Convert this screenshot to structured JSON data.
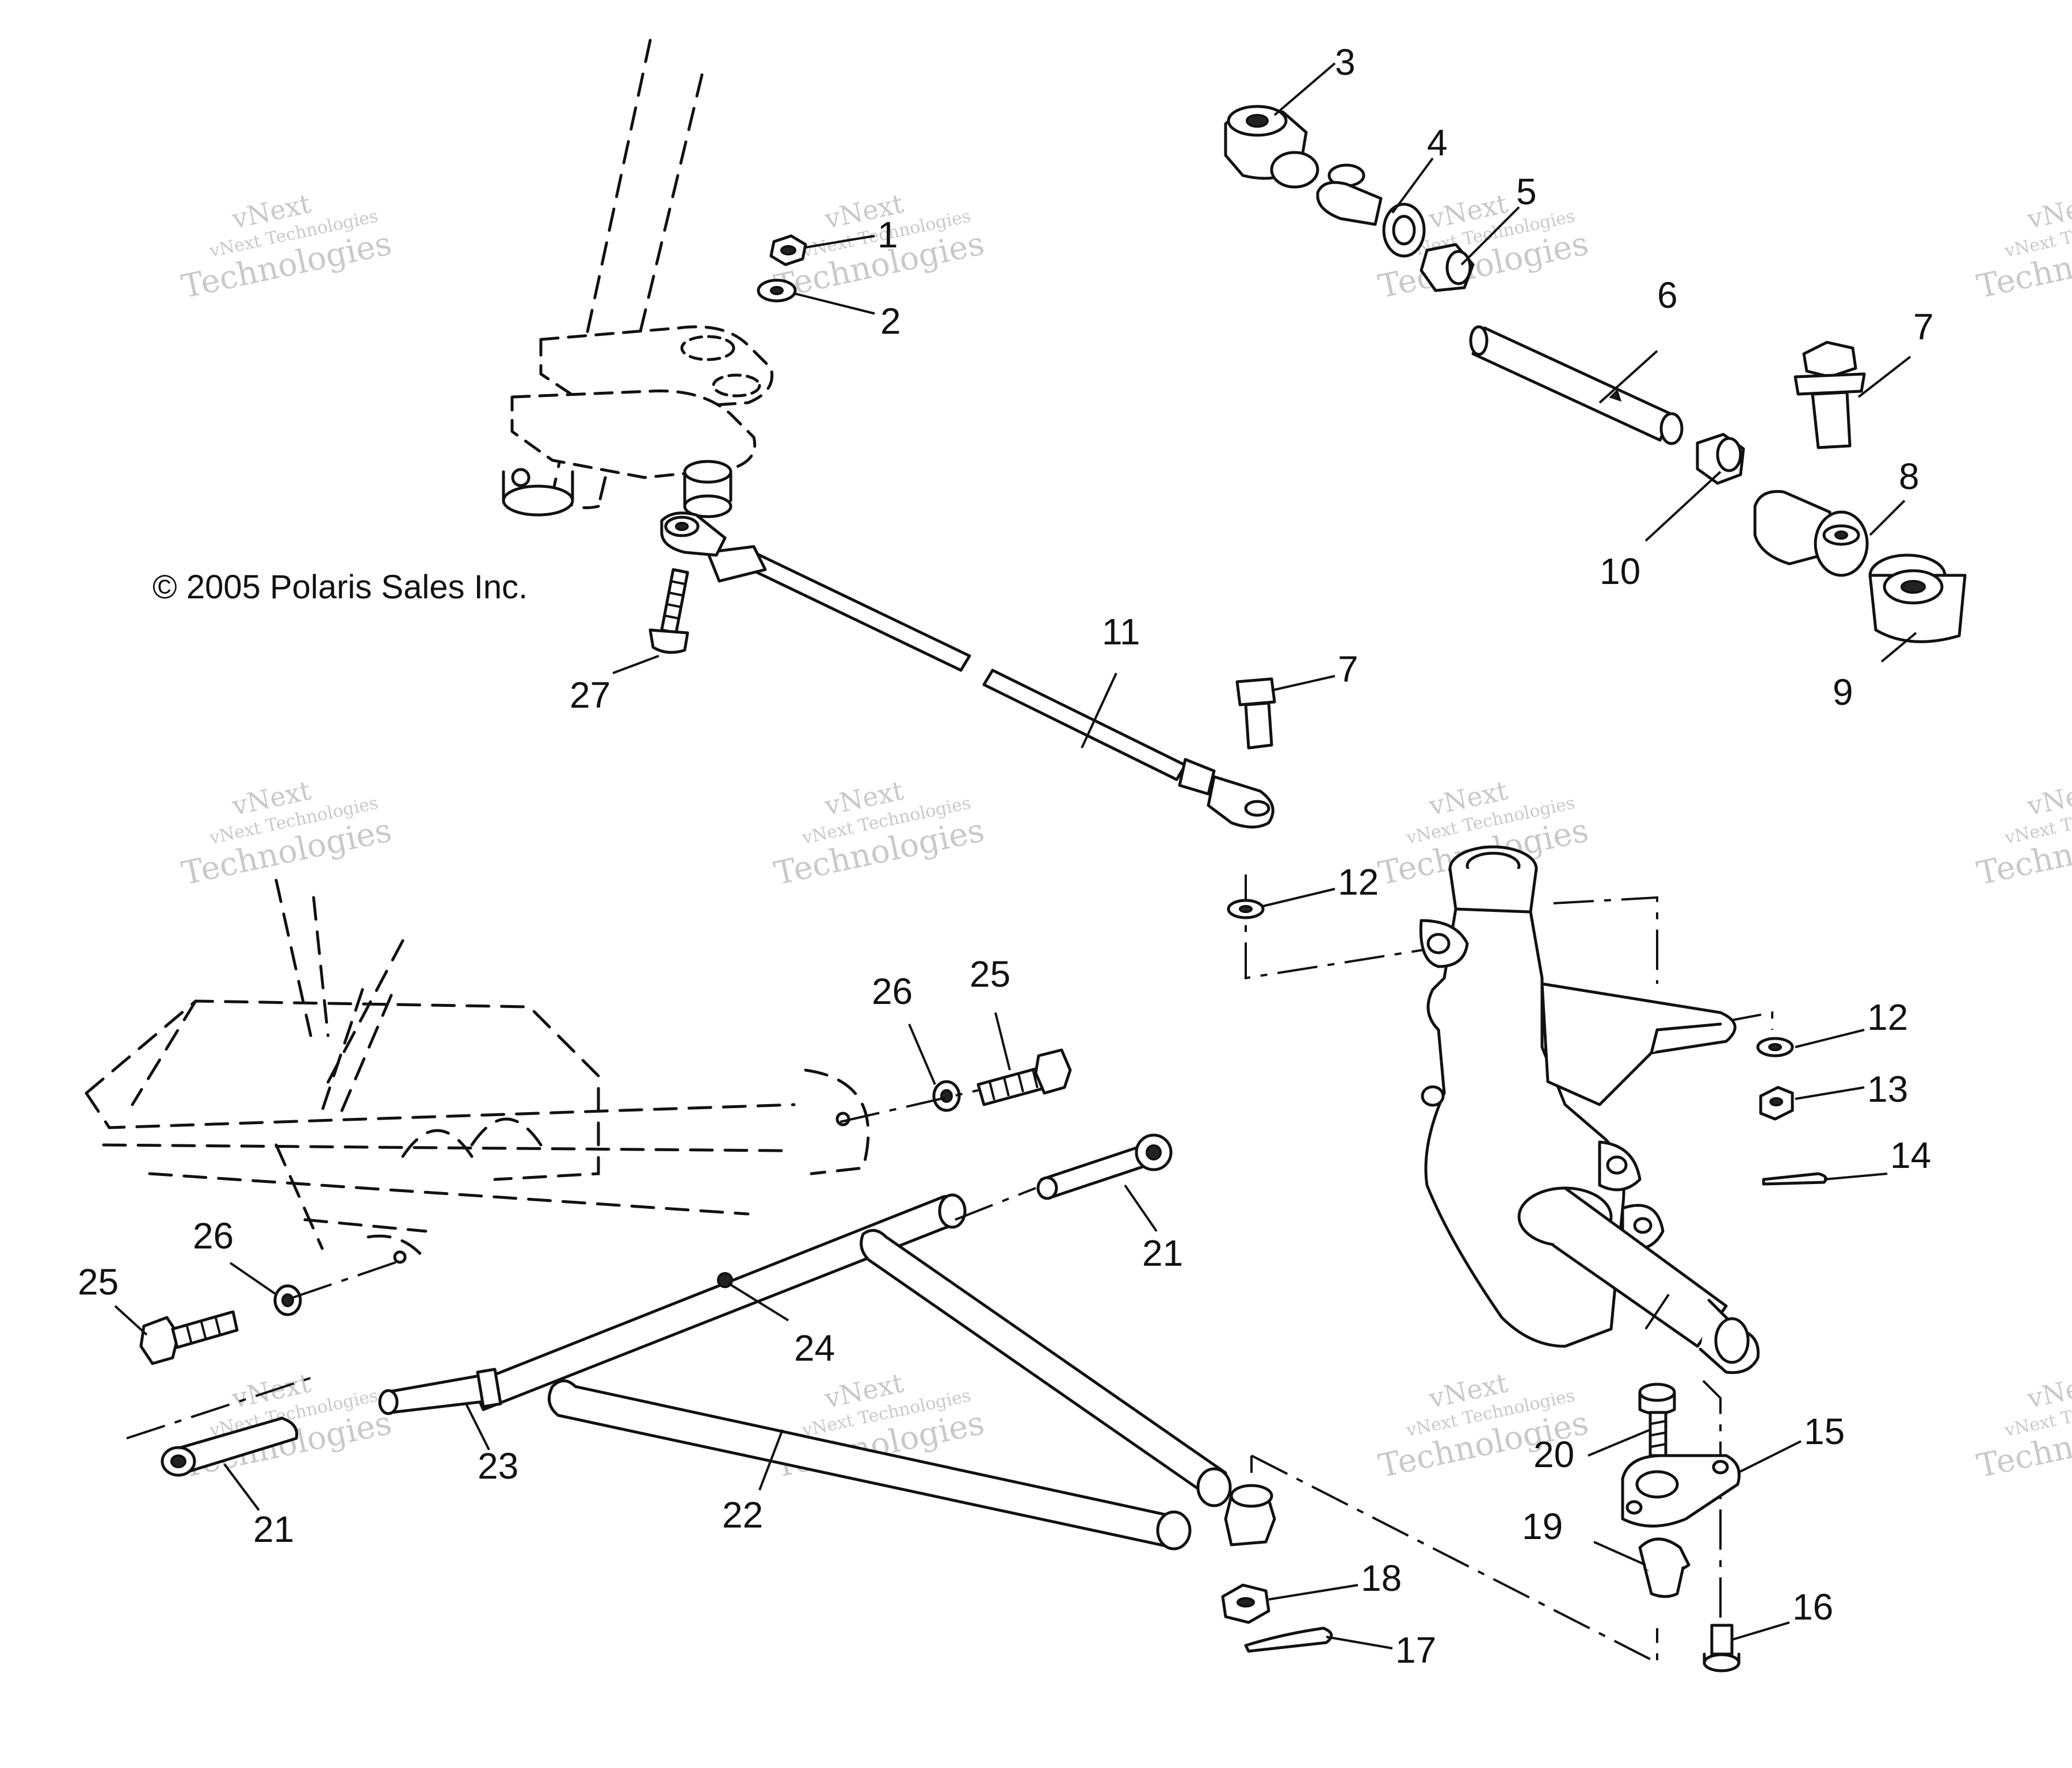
{
  "copyright": "© 2005 Polaris Sales Inc.",
  "watermark": {
    "line_small": "vNext Technologies",
    "line_large_1": "vNext",
    "line_large_2": "Technologies"
  },
  "callouts": {
    "c1": "1",
    "c2": "2",
    "c3": "3",
    "c4": "4",
    "c5": "5",
    "c6": "6",
    "c7a": "7",
    "c7b": "7",
    "c8": "8",
    "c9": "9",
    "c10": "10",
    "c11": "11",
    "c12a": "12",
    "c12b": "12",
    "c13": "13",
    "c14": "14",
    "c15": "15",
    "c16": "16",
    "c17": "17",
    "c18": "18",
    "c19": "19",
    "c20": "20",
    "c21a": "21",
    "c21b": "21",
    "c22": "22",
    "c23": "23",
    "c24": "24",
    "c25a": "25",
    "c25b": "25",
    "c26a": "26",
    "c26b": "26",
    "c27": "27"
  }
}
